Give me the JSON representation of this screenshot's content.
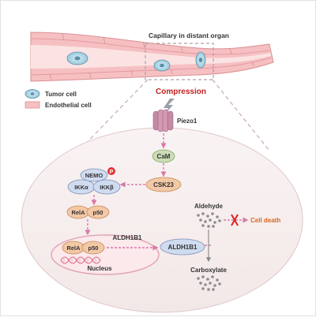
{
  "labels": {
    "capillary": "Capillary in distant organ",
    "compression": "Compression",
    "piezo": "Piezo1",
    "cam": "CaM",
    "csk": "CSK23",
    "nemo": "NEMO",
    "ikka": "IKKα",
    "ikkb": "IKKβ",
    "phospho": "P",
    "rela": "RelA",
    "p50": "p50",
    "aldh_gene": "ALDH1B1",
    "aldh_protein": "ALDH1B1",
    "nucleus": "Nucleus",
    "aldehyde": "Aldehyde",
    "celldeath": "Cell death",
    "carboxylate": "Carboxylate"
  },
  "legend": {
    "tumor": "Tumor cell",
    "endo": "Endothelial cell"
  },
  "colors": {
    "pathway_arrow": "#d878a8",
    "compression_red": "#c0211f",
    "cell_death_orange": "#d9651e",
    "block_red": "#e02020",
    "vessel_pink": "#f3b3b6",
    "tumor_blue": "#a8d4e4",
    "cell_fill": "#f7efef",
    "green_node": "#cbdcb6",
    "orange_node": "#f2c8a6",
    "blue_node": "#cfdbef",
    "nucleus_pink": "#f5c2cc"
  }
}
